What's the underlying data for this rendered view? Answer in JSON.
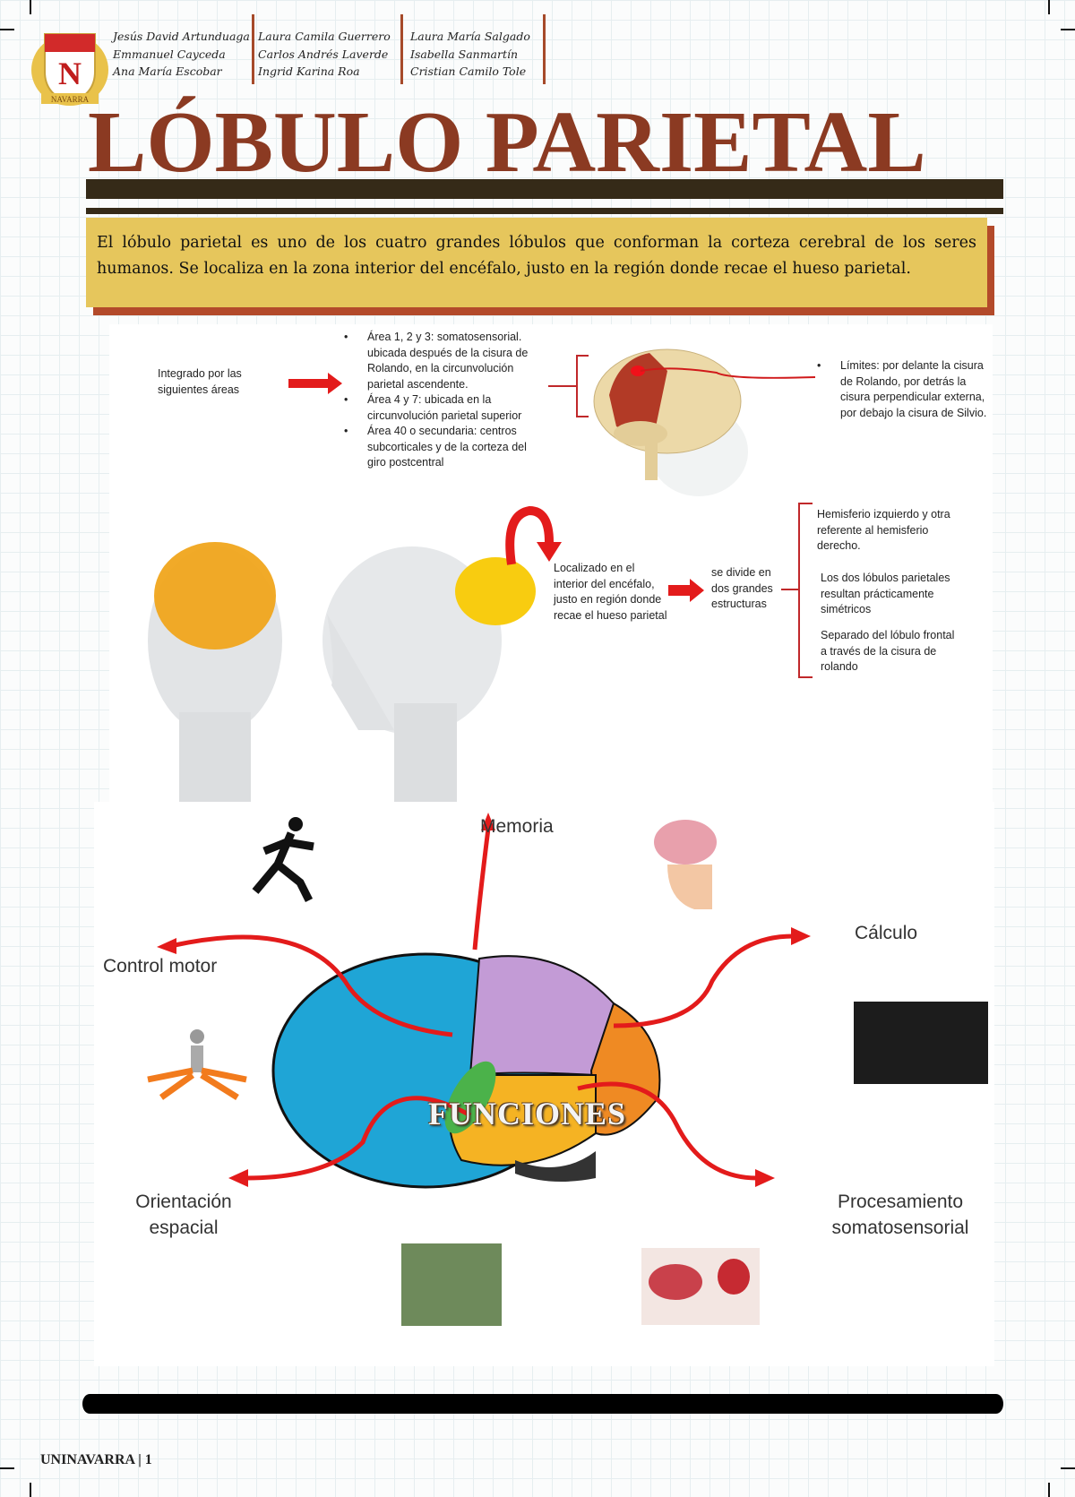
{
  "header": {
    "logo_text": "NAVARRA",
    "logo_letter": "N",
    "authors": [
      [
        "Jesús David Artunduaga",
        "Emmanuel Cayceda",
        "Ana María Escobar"
      ],
      [
        "Laura Camila Guerrero",
        "Carlos Andrés Laverde",
        "Ingrid Karina Roa"
      ],
      [
        "Laura María Salgado",
        "Isabella Sanmartín",
        "Cristian Camilo Tole"
      ]
    ]
  },
  "title": "LÓBULO PARIETAL",
  "description": "El lóbulo parietal es uno de los cuatro grandes lóbulos que conforman la corteza cerebral de los seres humanos. Se localiza en la zona interior del encéfalo, justo en la región donde recae el hueso parietal.",
  "diagram": {
    "integrado": "Integrado por las siguientes áreas",
    "areas": [
      "Área 1, 2 y 3: somatosensorial. ubicada después de la cisura de Rolando, en la circunvolución parietal ascendente.",
      "Área 4 y 7: ubicada en la circunvolución parietal superior",
      "Área 40 o secundaria: centros subcorticales y de la corteza del giro postcentral"
    ],
    "limites": "Límites: por delante la cisura de Rolando, por detrás la cisura perpendicular externa, por debajo la cisura de Silvio.",
    "localizado": "Localizado en el interior del encéfalo, justo en región donde recae el hueso parietal",
    "divide": "se divide en dos grandes estructuras",
    "estructuras": [
      "Hemisferio izquierdo y otra referente al hemisferio derecho.",
      "Los dos lóbulos parietales resultan prácticamente simétricos",
      "Separado del lóbulo frontal a través de la cisura de rolando"
    ]
  },
  "funciones": {
    "center": "FUNCIONES",
    "memoria": "Memoria",
    "control_motor": "Control motor",
    "calculo": "Cálculo",
    "orientacion": "Orientación espacial",
    "procesamiento": "Procesamiento somatosensorial"
  },
  "footer": {
    "brand": "UNINAVARRA",
    "page": "1"
  },
  "colors": {
    "title": "#8b3a22",
    "box": "#e6c65c",
    "shadow": "#b34a2a",
    "arrow": "#e31b1b"
  }
}
